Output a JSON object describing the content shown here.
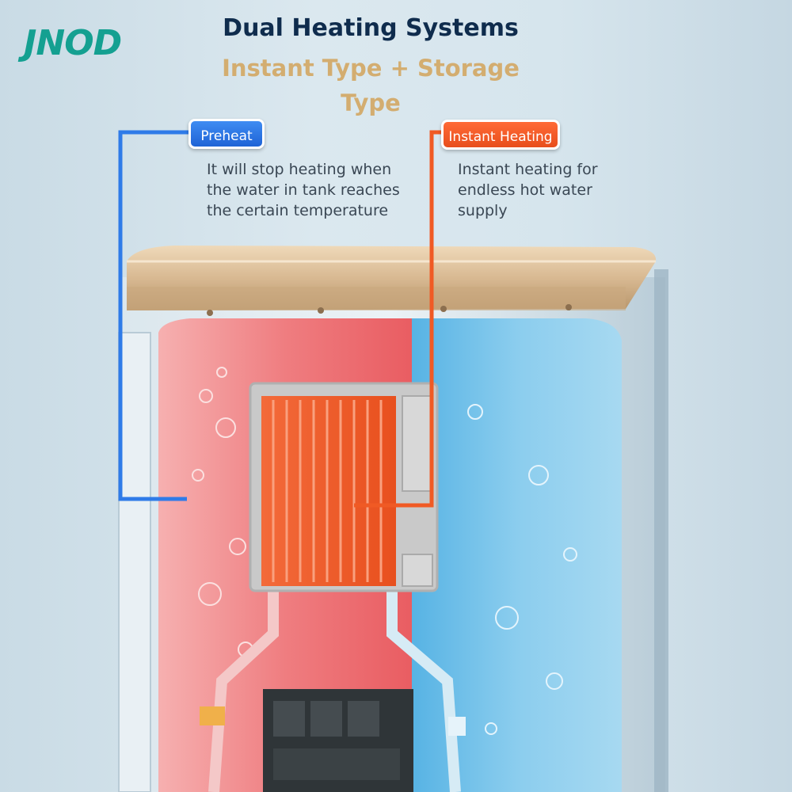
{
  "brand": {
    "logo_text": "JNOD"
  },
  "header": {
    "title": "Dual Heating Systems",
    "subtitle": "Instant Type + Storage Type"
  },
  "callouts": {
    "preheat": {
      "label": "Preheat",
      "lines": [
        "It will stop heating when",
        "the water in tank reaches",
        "the certain temperature"
      ]
    },
    "instant": {
      "label": "Instant Heating",
      "lines": [
        "Instant heating for",
        "endless hot water",
        "supply"
      ]
    }
  },
  "colors": {
    "logo": "#14a091",
    "title": "#0f2c4d",
    "subtitle": "#d3ad70",
    "preheat_accent": "#2f7be8",
    "instant_accent": "#f05a24",
    "hot_water": "#f2868a",
    "cold_water": "#7ec6ea",
    "lid": "#d8b992"
  }
}
